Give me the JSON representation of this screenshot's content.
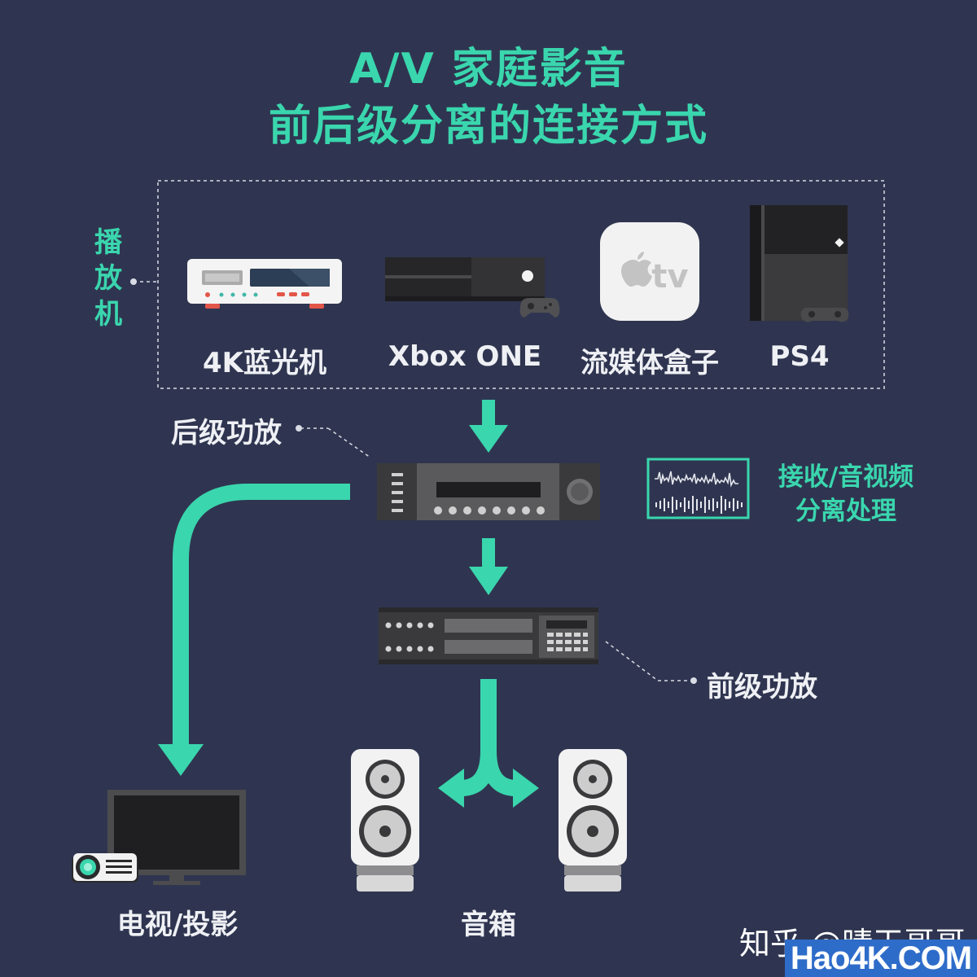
{
  "title": {
    "line1": "A/V 家庭影音",
    "line2": "前后级分离的连接方式"
  },
  "players_group": {
    "label": "播放机",
    "devices": [
      {
        "icon": "blu-ray-player-icon",
        "label": "4K蓝光机"
      },
      {
        "icon": "xbox-one-icon",
        "label": "Xbox ONE"
      },
      {
        "icon": "apple-tv-icon",
        "label": "流媒体盒子",
        "logo_text": "tv"
      },
      {
        "icon": "ps4-icon",
        "label": "PS4"
      }
    ]
  },
  "post_amp": {
    "label": "后级功放",
    "icon": "receiver-icon"
  },
  "processing": {
    "icon": "waveform-icon",
    "label_line1": "接收/音视频",
    "label_line2": "分离处理"
  },
  "pre_amp": {
    "label": "前级功放",
    "icon": "amplifier-icon"
  },
  "display": {
    "label": "电视/投影",
    "icons": [
      "tv-icon",
      "projector-icon"
    ]
  },
  "speakers": {
    "label": "音箱",
    "icon": "speaker-icon"
  },
  "watermark": {
    "text": "知乎 @晴天哥哥",
    "site": "Hao4K.COM"
  },
  "colors": {
    "background": "#2f3550",
    "accent": "#3ad6ae",
    "label": "#eef0f4",
    "device_dark": "#3f3f41",
    "device_light": "#f2f2f2"
  }
}
